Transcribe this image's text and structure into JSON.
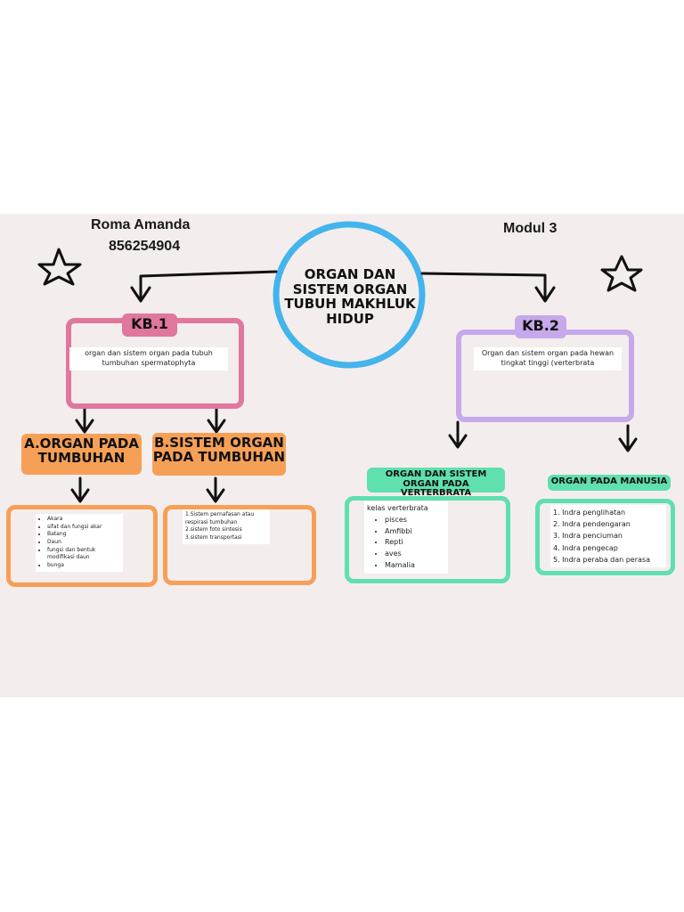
{
  "author": {
    "name": "Roma Amanda",
    "id": "856254904"
  },
  "module": "Modul 3",
  "center": {
    "title": "ORGAN DAN SISTEM ORGAN TUBUH MAKHLUK HIDUP"
  },
  "kb1": {
    "label": "KB.1",
    "desc": "organ dan sistem organ pada tubuh tumbuhan spermatophyta",
    "a": {
      "label": "A.ORGAN PADA TUMBUHAN",
      "items": [
        "Akara",
        "sifat dan fungsi akar",
        "Batang",
        "Daun",
        "fungsi dan bentuk modifikasi daun",
        "bunga"
      ]
    },
    "b": {
      "label": "B.SISTEM ORGAN PADA TUMBUHAN",
      "items": [
        "1.Sistem pernafasan atau respirasi tumbuhan",
        "2.sistem foto sintesis",
        "3.sistem transportasi"
      ]
    }
  },
  "kb2": {
    "label": "KB.2",
    "desc": "Organ dan sistem organ pada hewan tingkat tinggi (verterbrata",
    "vert": {
      "label": "ORGAN DAN SISTEM ORGAN PADA VERTERBRATA",
      "heading": "kelas verterbrata",
      "items": [
        "pisces",
        "Amfibbi",
        "Repti",
        "aves",
        "Mamalia"
      ]
    },
    "manusia": {
      "label": "ORGAN PADA MANUSIA",
      "items": [
        "1. Indra penglihatan",
        "2. Indra pendengaran",
        "3. Indra penciuman",
        "4. Indra pengecap",
        "5. Indra peraba dan perasa"
      ]
    }
  },
  "colors": {
    "background": "#f4eded",
    "circle": "#44b4ec",
    "kb1_frame": "#e0779f",
    "kb2_frame": "#c5a9ea",
    "orange": "#f6a057",
    "green": "#5fe0ae"
  },
  "icons": [
    "star-icon",
    "arrow-down-icon"
  ]
}
